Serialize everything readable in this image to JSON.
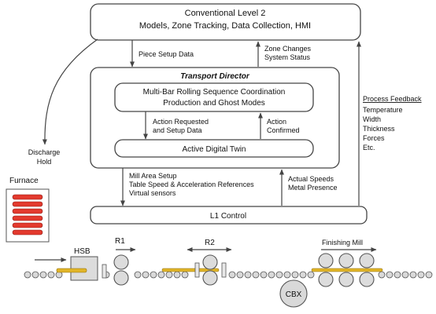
{
  "level2": {
    "title": "Conventional Level 2",
    "subtitle": "Models, Zone Tracking, Data Collection, HMI"
  },
  "flows": {
    "piece_setup": "Piece Setup Data",
    "zone_changes_1": "Zone Changes",
    "zone_changes_2": "System Status",
    "discharge_1": "Discharge",
    "discharge_2": "Hold",
    "action_requested_1": "Action Requested",
    "action_requested_2": "and Setup Data",
    "action_confirmed_1": "Action",
    "action_confirmed_2": "Confirmed",
    "mill_area_1": "Mill Area Setup",
    "mill_area_2": "Table Speed & Acceleration References",
    "mill_area_3": "Virtual sensors",
    "actual_speeds_1": "Actual Speeds",
    "actual_speeds_2": "Metal Presence"
  },
  "transport_director": {
    "title": "Transport Director",
    "coordination_1": "Multi-Bar Rolling Sequence Coordination",
    "coordination_2": "Production and Ghost Modes",
    "twin": "Active Digital Twin"
  },
  "process_feedback": {
    "title": "Process Feedback",
    "items": [
      "Temperature",
      "Width",
      "Thickness",
      "Forces",
      "Etc."
    ]
  },
  "l1": {
    "label": "L1 Control"
  },
  "mill": {
    "furnace": "Furnace",
    "hsb": "HSB",
    "r1": "R1",
    "r2": "R2",
    "finishing": "Finishing Mill",
    "cbx": "CBX"
  },
  "colors": {
    "slab": "#e1b528",
    "furnace_slab": "#e33a2e",
    "line": "#444444"
  }
}
